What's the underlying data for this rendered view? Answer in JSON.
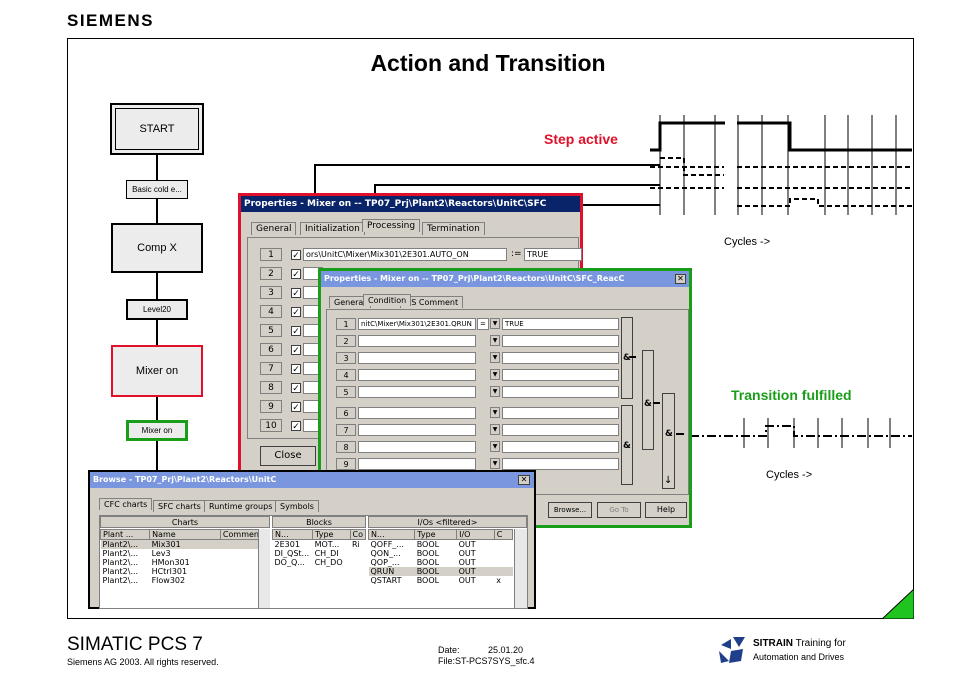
{
  "brand": "SIEMENS",
  "slide_title": "Action and Transition",
  "sfc": {
    "steps": [
      "START",
      "Comp X",
      "Mixer on"
    ],
    "transitions": [
      "Basic cold e...",
      "Level20",
      "Mixer on"
    ]
  },
  "labels": {
    "step_active": "Step active",
    "transition_fulfilled": "Transition fulfilled",
    "cycles_top": "Cycles ->",
    "cycles_bottom": "Cycles ->"
  },
  "colors": {
    "red": "#e0102a",
    "green": "#1a9e1a",
    "title_blue": "#0a246a"
  },
  "properties_processing": {
    "title": "Properties - Mixer on -- TP07_Prj\\Plant2\\Reactors\\UnitC\\SFC",
    "tabs": [
      "General",
      "Initialization",
      "Processing",
      "Termination"
    ],
    "selected_tab": "Processing",
    "row_numbers": [
      "1",
      "2",
      "3",
      "4",
      "5",
      "6",
      "7",
      "8",
      "9",
      "10"
    ],
    "row1_operand": "ors\\UnitC\\Mixer\\Mix301\\2E301.AUTO_ON",
    "row1_operator": ":=",
    "row1_value": "TRUE",
    "close_label": "Close"
  },
  "properties_condition": {
    "title": "Properties - Mixer on -- TP07_Prj\\Plant2\\Reactors\\UnitC\\SFC_ReacC",
    "tabs": [
      "General",
      "Condition",
      "OS Comment"
    ],
    "selected_tab": "Condition",
    "rows_group1": [
      "1",
      "2",
      "3",
      "4",
      "5"
    ],
    "rows_group2": [
      "6",
      "7",
      "8",
      "9"
    ],
    "row1_operand": "nitC\\Mixer\\Mix301\\2E301.QRUN",
    "row1_operator": "=",
    "row1_value": "TRUE",
    "and_label": "&",
    "browse_label": "Browse...",
    "goto_label": "Go To",
    "help_label": "Help"
  },
  "browse": {
    "title": "Browse - TP07_Prj\\Plant2\\Reactors\\UnitC",
    "tabs": [
      "CFC charts",
      "SFC charts",
      "Runtime groups",
      "Symbols"
    ],
    "group_headers": [
      "Charts",
      "Blocks",
      "I/Os <filtered>"
    ],
    "charts_columns": [
      "Plant ...",
      "Name",
      "Comment"
    ],
    "charts_rows": [
      [
        "Plant2\\...",
        "Mix301"
      ],
      [
        "Plant2\\...",
        "Lev3"
      ],
      [
        "Plant2\\...",
        "HMon301"
      ],
      [
        "Plant2\\...",
        "HCtrl301"
      ],
      [
        "Plant2\\...",
        "Flow302"
      ]
    ],
    "blocks_columns": [
      "N...",
      "Type",
      "Co"
    ],
    "blocks_rows": [
      [
        "2E301",
        "MOT...",
        "Ri"
      ],
      [
        "DI_QSt...",
        "CH_DI",
        ""
      ],
      [
        "DO_Q...",
        "CH_DO",
        ""
      ],
      [
        "",
        "",
        ""
      ],
      [
        "",
        "",
        ""
      ]
    ],
    "ios_columns": [
      "N...",
      "Type",
      "I/O",
      "C"
    ],
    "ios_rows": [
      [
        "QOFF_...",
        "BOOL",
        "OUT",
        ""
      ],
      [
        "QON_...",
        "BOOL",
        "OUT",
        ""
      ],
      [
        "QOP_...",
        "BOOL",
        "OUT",
        ""
      ],
      [
        "QRUN",
        "BOOL",
        "OUT",
        ""
      ],
      [
        "QSTART",
        "BOOL",
        "OUT",
        "x"
      ]
    ]
  },
  "footer": {
    "product": "SIMATIC PCS 7",
    "copyright": "Siemens AG 2003. All rights reserved.",
    "date_label": "Date:",
    "date_value": "25.01.20",
    "file": "File:ST-PCS7SYS_sfc.4",
    "sitrain": "SITRAIN",
    "training": "Training for",
    "automation": "Automation and Drives"
  }
}
